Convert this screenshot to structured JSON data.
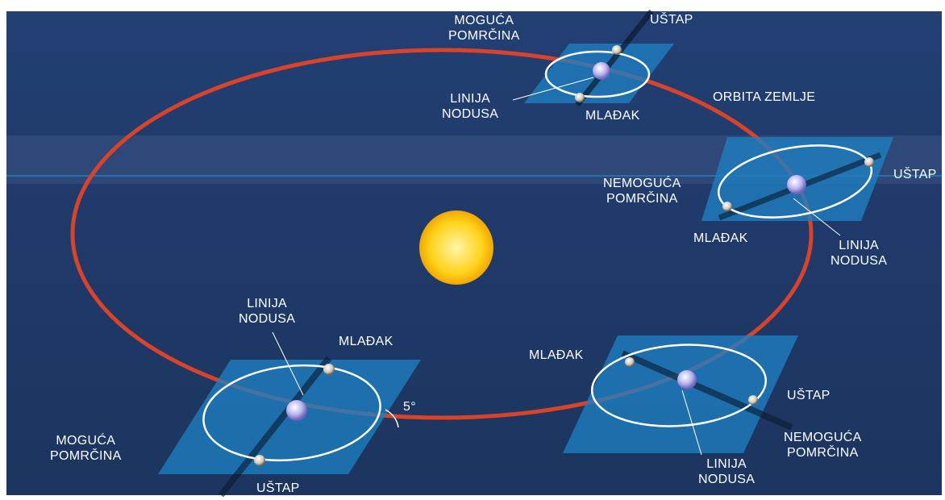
{
  "colors": {
    "background": "#1f3a6b",
    "orbit": "#d9432a",
    "plane": "#1d7fc2",
    "sun": "#ffd21a",
    "moon_orbit": "#ffffff",
    "label": "#ffffff"
  },
  "labels": {
    "orbit_earth": "ORBITA ZEMLJE",
    "angle": "5°",
    "top": {
      "eclipse_line1": "MOGUĆA",
      "eclipse_line2": "POMRČINA",
      "full_moon": "UŠTAP",
      "nodes_line1": "LINIJA",
      "nodes_line2": "NODUSA",
      "new_moon": "MLAĐAK"
    },
    "right": {
      "eclipse_line1": "NEMOGUĆA",
      "eclipse_line2": "POMRČINA",
      "full_moon": "UŠTAP",
      "new_moon": "MLAĐAK",
      "nodes_line1": "LINIJA",
      "nodes_line2": "NODUSA"
    },
    "bottom_left": {
      "nodes_line1": "LINIJA",
      "nodes_line2": "NODUSA",
      "new_moon": "MLAĐAK",
      "eclipse_line1": "MOGUĆA",
      "eclipse_line2": "POMRČINA",
      "full_moon": "UŠTAP"
    },
    "bottom_right": {
      "new_moon": "MLAĐAK",
      "full_moon": "UŠTAP",
      "eclipse_line1": "NEMOGUĆA",
      "eclipse_line2": "POMRČINA",
      "nodes_line1": "LINIJA",
      "nodes_line2": "NODUSA"
    }
  }
}
